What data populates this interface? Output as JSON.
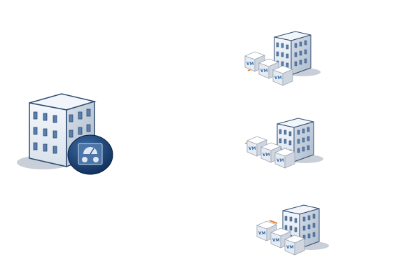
{
  "diagram": {
    "main_site": {
      "icon": "building-with-dashboard-badge"
    },
    "datacenters": [
      {
        "vms": [
          "VM",
          "VM",
          "VM"
        ]
      },
      {
        "vms": [
          "VM",
          "VM",
          "VM"
        ]
      },
      {
        "vms": [
          "VM",
          "VM",
          "VM"
        ]
      }
    ]
  },
  "colors": {
    "building_face": "#e9eef5",
    "building_side": "#c7d2e0",
    "outline": "#2e4a6e",
    "badge": "#123a6e",
    "shadow": "#c9cfd8",
    "accent": "#e8842a"
  }
}
